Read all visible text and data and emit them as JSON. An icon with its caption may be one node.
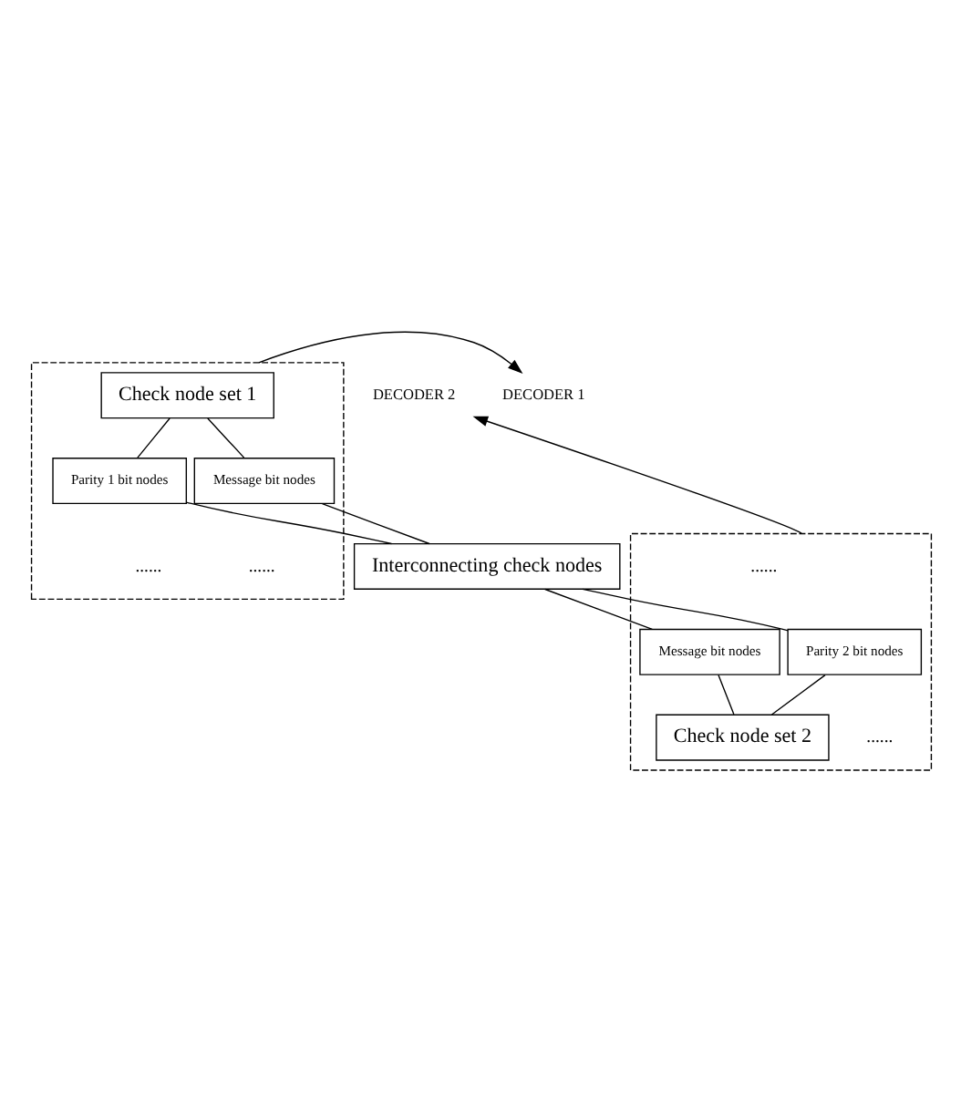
{
  "diagram": {
    "nodes": [
      {
        "text": [],
        "shape": "box"
      },
      {
        "text": [
          "Check node set 1"
        ],
        "in": 0
      },
      {
        "text": [
          "Message bit nodes"
        ],
        "in": 0
      },
      {
        "text": [
          "Parity 1 bit nodes"
        ],
        "in": 0
      },
      {
        "text": [
          "DECODER 1"
        ]
      },
      {
        "text": [
          "Interconnecting check nodes"
        ]
      },
      {
        "text": [],
        "shape": "box"
      },
      {
        "text": [
          "Message bit nodes"
        ],
        "in": 6
      },
      {
        "text": [
          "Parity 2 bit nodes"
        ],
        "in": 6
      },
      {
        "text": [
          "Check node set 2"
        ],
        "in": 6
      },
      {
        "text": [
          "DECODER 2"
        ]
      }
    ],
    "edges": [
      {
        "from": 1,
        "to": 2,
        "arrow": "none"
      },
      {
        "from": 1,
        "to": 3,
        "arrow": "none"
      },
      {
        "from": 2,
        "to": 5,
        "arrow": "none"
      },
      {
        "from": 3,
        "to": 5,
        "arrow": "none"
      },
      {
        "from": 5,
        "to": 7,
        "arrow": "none"
      },
      {
        "from": 5,
        "to": 8,
        "arrow": "none"
      },
      {
        "from": 7,
        "to": 9,
        "arrow": "none"
      },
      {
        "from": 8,
        "to": 9,
        "arrow": "none"
      },
      {
        "from": 0,
        "to": 4,
        "arrow": "to"
      },
      {
        "from": 6,
        "to": 10,
        "arrow": "to"
      }
    ],
    "labels": [
      "......",
      "......",
      "......",
      "......"
    ]
  }
}
